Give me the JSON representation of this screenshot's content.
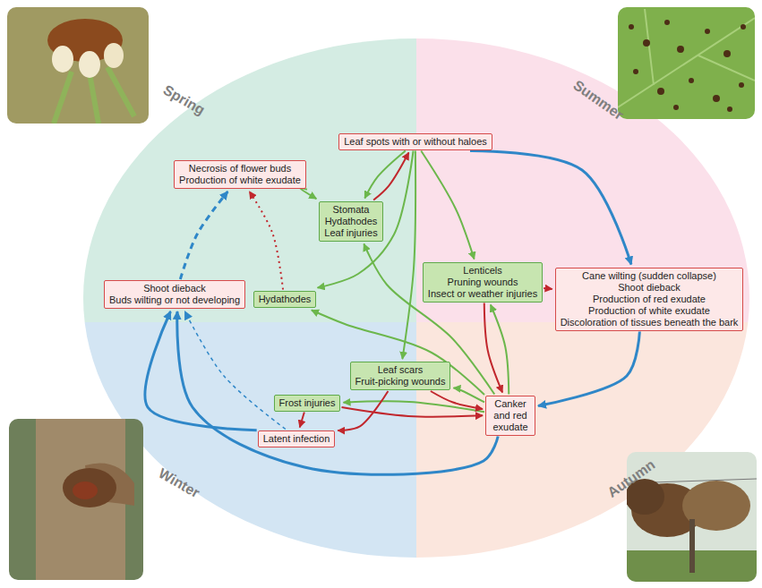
{
  "diagram": {
    "nodes": [
      {
        "text": [
          "Leaf spots with or without haloes"
        ]
      },
      {
        "text": [
          "Necrosis of flower buds",
          "Production of white exudate"
        ]
      },
      {
        "text": [
          "Stomata",
          "Hydathodes",
          "Leaf injuries"
        ]
      },
      {
        "text": [
          "Lenticels",
          "Pruning wounds",
          "Insect or weather injuries"
        ]
      },
      {
        "text": [
          "Cane wilting (sudden collapse)",
          "Shoot dieback",
          "Production of red exudate",
          "Production of white exudate",
          "Discoloration of tissues beneath the bark"
        ]
      },
      {
        "text": [
          "Shoot dieback",
          "Buds wilting or not developing"
        ]
      },
      {
        "text": [
          "Hydathodes"
        ]
      },
      {
        "text": [
          "Leaf scars",
          "Fruit-picking wounds"
        ]
      },
      {
        "text": [
          "Frost injuries"
        ]
      },
      {
        "text": [
          "Canker and red exudate"
        ]
      },
      {
        "text": [
          "Latent infection"
        ]
      }
    ],
    "edges": [
      {
        "from": 0,
        "to": 4,
        "arrow": "to"
      },
      {
        "from": 2,
        "to": 0,
        "arrow": "to"
      },
      {
        "from": 0,
        "to": 2,
        "arrow": "to"
      },
      {
        "from": 0,
        "to": 6,
        "arrow": "to"
      },
      {
        "from": 0,
        "to": 3,
        "arrow": "to"
      },
      {
        "from": 0,
        "to": 7,
        "arrow": "to"
      },
      {
        "from": 1,
        "to": 2,
        "arrow": "to"
      },
      {
        "from": 6,
        "to": 1,
        "arrow": "to"
      },
      {
        "from": 5,
        "to": 1,
        "arrow": "to"
      },
      {
        "from": 3,
        "to": 4,
        "arrow": "to"
      },
      {
        "from": 3,
        "to": 9,
        "arrow": "to"
      },
      {
        "from": 4,
        "to": 9,
        "arrow": "to"
      },
      {
        "from": 9,
        "to": 3,
        "arrow": "to"
      },
      {
        "from": 9,
        "to": 2,
        "arrow": "to"
      },
      {
        "from": 9,
        "to": 6,
        "arrow": "to"
      },
      {
        "from": 9,
        "to": 7,
        "arrow": "to"
      },
      {
        "from": 9,
        "to": 8,
        "arrow": "to"
      },
      {
        "from": 7,
        "to": 9,
        "arrow": "to"
      },
      {
        "from": 7,
        "to": 10,
        "arrow": "to"
      },
      {
        "from": 8,
        "to": 9,
        "arrow": "to"
      },
      {
        "from": 8,
        "to": 10,
        "arrow": "to"
      },
      {
        "from": 9,
        "to": 5,
        "arrow": "to"
      },
      {
        "from": 10,
        "to": 5,
        "arrow": "to"
      },
      {
        "from": 10,
        "to": 5,
        "arrow": "to"
      }
    ],
    "labels": [
      "Spring",
      "Summer",
      "Winter",
      "Autumn"
    ]
  }
}
